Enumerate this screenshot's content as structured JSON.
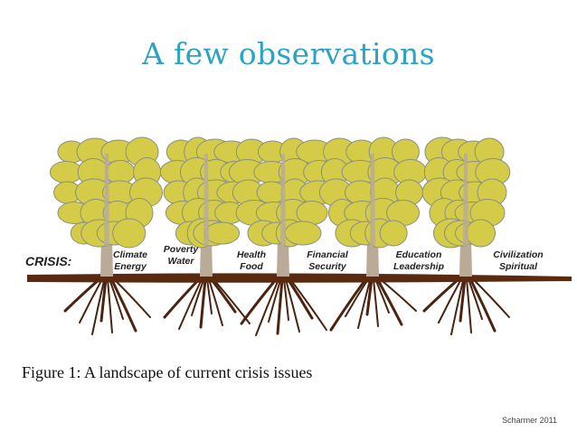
{
  "slide": {
    "title": "A few observations",
    "credit": "Scharmer 2011"
  },
  "diagram": {
    "crisis_label": "CRISIS:",
    "caption": "Figure 1: A landscape of current crisis issues",
    "trees": [
      {
        "line1": "Climate",
        "line2": "Energy"
      },
      {
        "line1": "Poverty",
        "line2": "Water"
      },
      {
        "line1": "Health",
        "line2": "Food"
      },
      {
        "line1": "Financial",
        "line2": "Security"
      },
      {
        "line1": "Education",
        "line2": "Leadership"
      },
      {
        "line1": "Civilization",
        "line2": "Spiritual"
      }
    ],
    "colors": {
      "foliage": "#d4cc48",
      "foliage_outline": "#8a8f82",
      "trunk": "#b9ab98",
      "ground": "#5a2a10",
      "roots": "#4a2410",
      "title": "#2ca3c4"
    }
  }
}
